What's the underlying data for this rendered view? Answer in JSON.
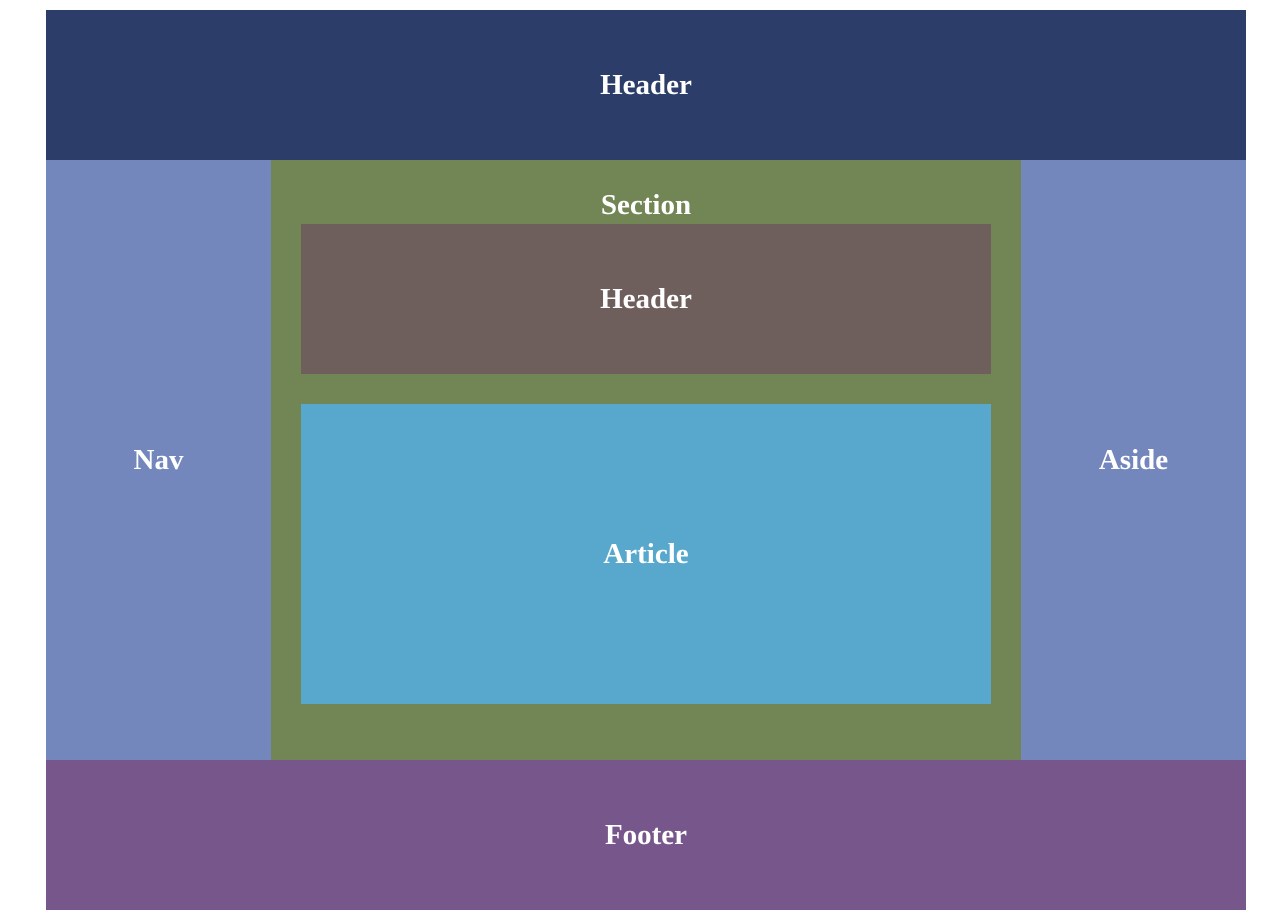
{
  "layout": {
    "header_label": "Header",
    "nav_label": "Nav",
    "section_label": "Section",
    "section_header_label": "Header",
    "article_label": "Article",
    "aside_label": "Aside",
    "footer_label": "Footer"
  },
  "colors": {
    "header": "#2c3d69",
    "nav": "#7387bd",
    "aside": "#7387bd",
    "section": "#728555",
    "section_header": "#6e5f5d",
    "article": "#58a8cd",
    "footer": "#77568b",
    "text": "#ffffff"
  }
}
